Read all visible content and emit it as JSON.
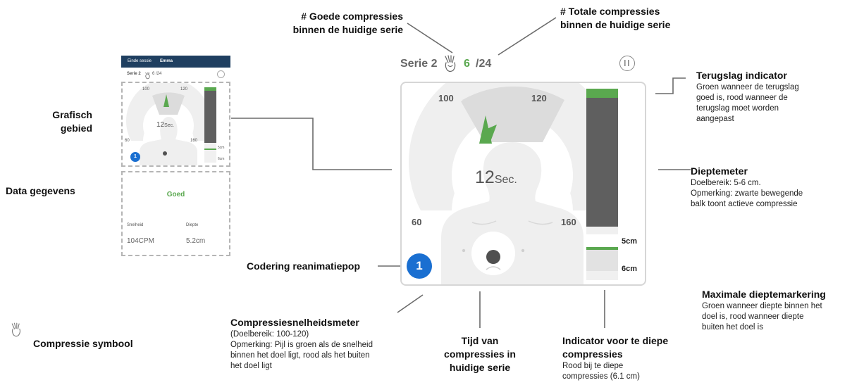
{
  "top_labels": {
    "good_compressions": [
      "# Goede compressies",
      "binnen de huidige serie"
    ],
    "total_compressions": [
      "# Totale compressies",
      "binnen de huidige serie"
    ]
  },
  "header": {
    "serie": "Serie 2",
    "good_count": "6",
    "total_count": "/24"
  },
  "gauge": {
    "label_100": "100",
    "label_120": "120",
    "label_60": "60",
    "label_160": "160",
    "timer": "12",
    "timer_unit": "Sec."
  },
  "depth_bar": {
    "label_5cm": "5cm",
    "label_6cm": "6cm"
  },
  "manikin_badge": "1",
  "mini_app": {
    "end_session": "Einde sessie",
    "user": "Emma",
    "serie": "Serie 2",
    "count": "6 /24",
    "g100": "100",
    "g120": "120",
    "g60": "60",
    "g160": "160",
    "timer": "12",
    "timer_unit": "Sec.",
    "d5": "5cm",
    "d6": "6cm",
    "badge": "1",
    "status": "Goed",
    "speed_label": "Snelheid",
    "depth_label": "Diepte",
    "speed_value": "104CPM",
    "depth_value": "5.2cm"
  },
  "annotations": {
    "graphic_area": [
      "Grafisch",
      "gebied"
    ],
    "data_label": "Data gegevens",
    "manikin_coding": "Codering reanimatiepop",
    "compression_symbol": "Compressie symbool",
    "recoil": {
      "title": "Terugslag indicator",
      "desc": [
        "Groen wanneer de terugslag",
        "goed is, rood wanneer de",
        "terugslag moet worden",
        "aangepast"
      ]
    },
    "depth_meter": {
      "title": "Dieptemeter",
      "desc": [
        "Doelbereik: 5-6 cm.",
        "Opmerking: zwarte bewegende",
        "balk toont actieve compressie"
      ]
    },
    "max_depth": {
      "title": "Maximale dieptemarkering",
      "desc": [
        "Groen wanneer diepte binnen het",
        "doel is, rood wanneer diepte",
        "buiten het doel is"
      ]
    },
    "rate_meter": {
      "title": "Compressiesnelheidsmeter",
      "desc": [
        "(Doelbereik: 100-120)",
        "Opmerking: Pijl is groen als de snelheid",
        "binnen het doel ligt, rood als het buiten",
        "het doel ligt"
      ]
    },
    "time": [
      "Tijd van",
      "compressies in",
      "huidige serie"
    ],
    "too_deep": {
      "title": [
        "Indicator voor te diepe",
        "compressies"
      ],
      "desc": [
        "Rood bij te diepe",
        "compressies (6.1 cm)"
      ]
    }
  },
  "colors": {
    "green": "#5aa84f",
    "blue": "#1a6fd1",
    "navy": "#1f3f60",
    "dark_bar": "#5f5f5f"
  }
}
